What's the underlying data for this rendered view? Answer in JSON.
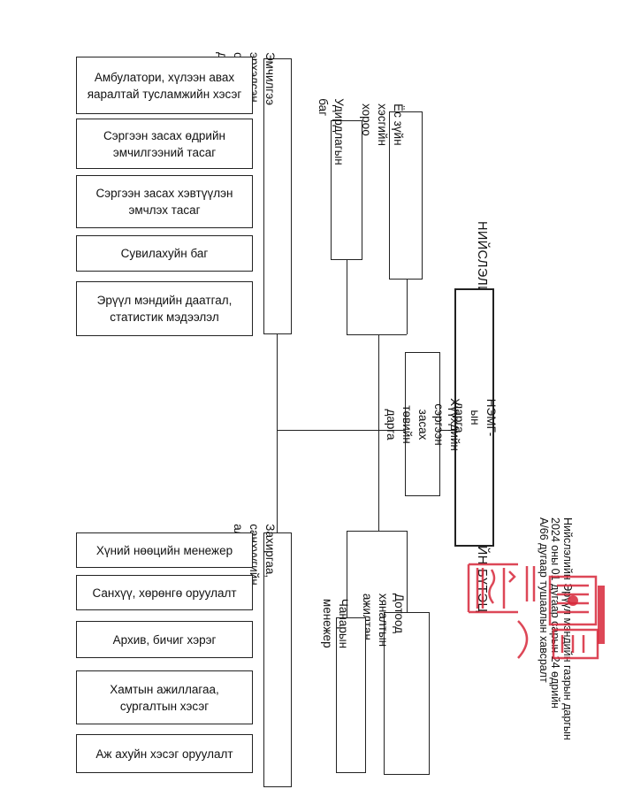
{
  "title": "НИЙСЛЭЛИЙН ХҮҮХДИЙН СЭРГЭЭН ЗАСАХ ТӨВИЙН БҮТЭЦ",
  "approval": {
    "line1": "Нийслэлийн Эрүүл мэндийн газрын даргын",
    "line2": "2024 оны 01 дугаар сарын 24 өдрийн",
    "line3": "А/66 дугаар тушаалын хавсралт"
  },
  "boxes": {
    "director": "НЭМГ-ын дарга",
    "center_head": "Хүүхдийн сэргээн\nзасах  төвийн дарга",
    "ethics": "Ёс зүйн хэсгийн хороо",
    "management": "Удирдлагын баг",
    "clinical_deputy": "Эмчилгээ эрхэлсэн орлогч дарга",
    "admin_finance": "Захиргаа, санхүүгийн алба",
    "internal_audit": "Дотоод хяналтын\nажилтан",
    "quality": "Чанарын менежер"
  },
  "clinical_units": [
    "Амбулатори, хүлээн авах\nяаралтай тусламжийн хэсэг",
    "Сэргээн засах өдрийн\nэмчилгээний тасаг",
    "Сэргээн засах хэвтүүлэн\nэмчлэх тасаг",
    "Сувилахуйн баг",
    "Эрүүл мэндийн даатгал,\nстатистик мэдээлэл"
  ],
  "admin_units": [
    "Хүний нөөцийн менежер",
    "Санхүү, хөрөнгө оруулалт",
    "Архив,  бичиг хэрэг",
    "Хамтын ажиллагаа,\nсургалтын хэсэг",
    "Аж ахуйн хэсэг оруулалт"
  ],
  "colors": {
    "stamp": "#d8283a",
    "ink": "#222222"
  }
}
